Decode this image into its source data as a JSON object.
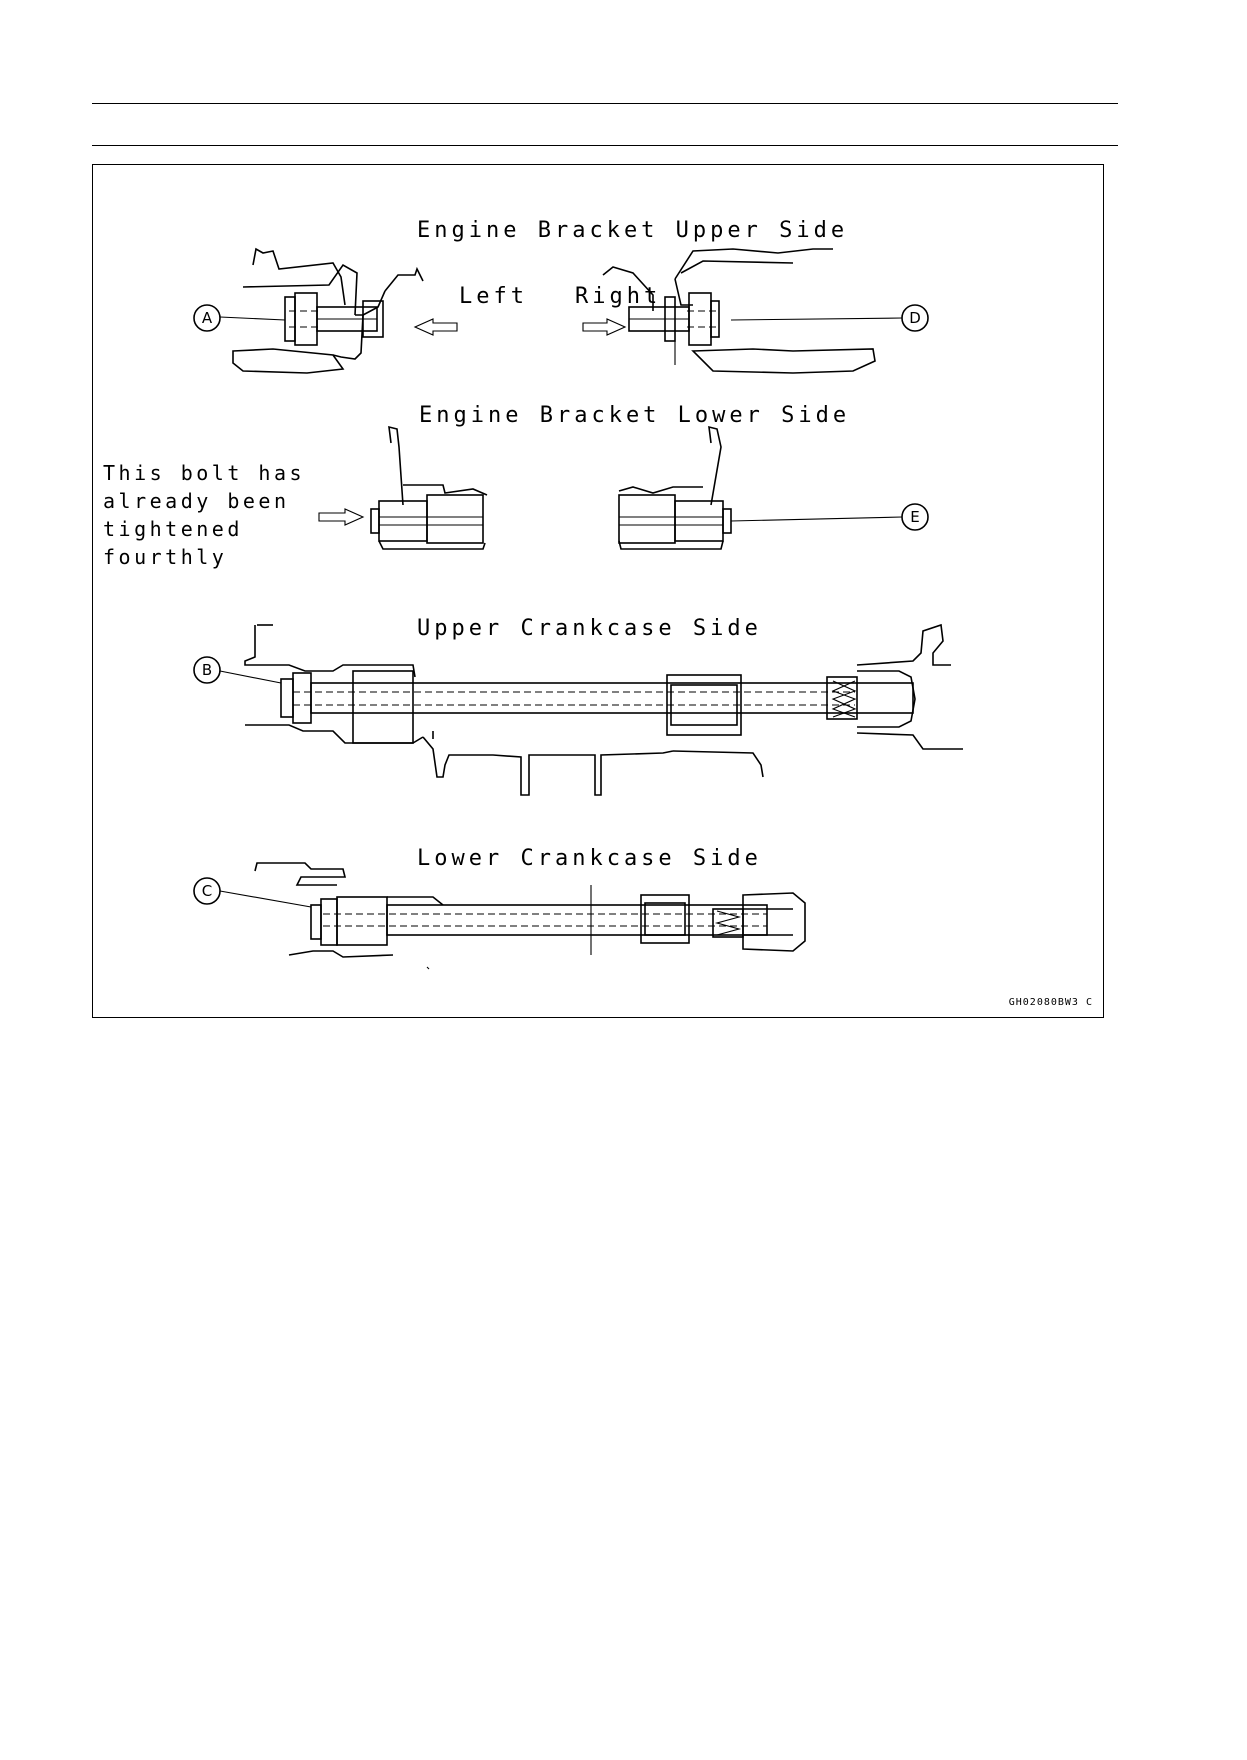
{
  "figure": {
    "headings": {
      "upper_bracket": "Engine Bracket Upper Side",
      "lower_bracket": "Engine Bracket Lower Side",
      "upper_crankcase": "Upper Crankcase Side",
      "lower_crankcase": "Lower Crankcase Side"
    },
    "direction": {
      "left": "Left",
      "right": "Right"
    },
    "note_lines": [
      "This bolt has",
      "already been",
      "tightened",
      "fourthly"
    ],
    "callouts": {
      "a": "A",
      "b": "B",
      "c": "C",
      "d": "D",
      "e": "E"
    },
    "figure_code": "GH02080BW3 C"
  }
}
